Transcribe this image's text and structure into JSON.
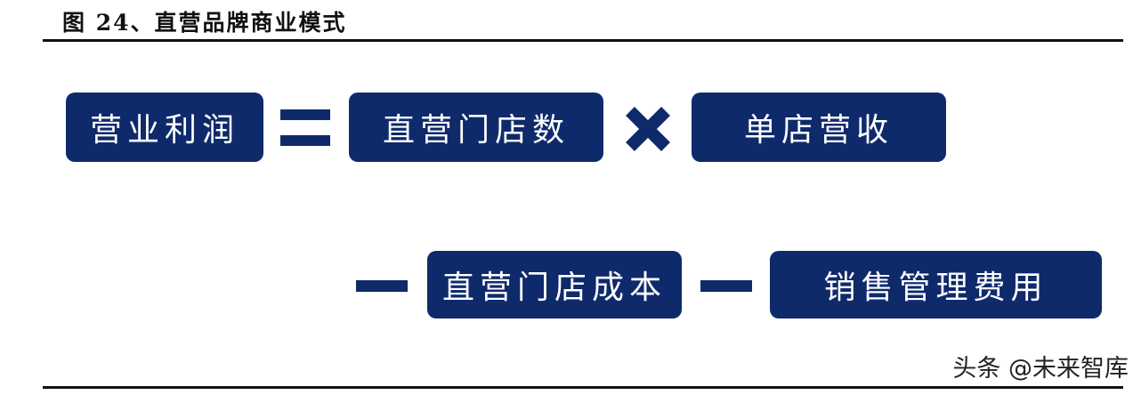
{
  "figure": {
    "title": "图 24、直营品牌商业模式"
  },
  "equation": {
    "profit": "营业利润",
    "store_count": "直营门店数",
    "store_revenue": "单店营收",
    "store_cost": "直营门店成本",
    "sga": "销售管理费用"
  },
  "operators": {
    "equals": "equals-icon",
    "times": "multiply-icon",
    "minus": "minus-icon"
  },
  "colors": {
    "box_fill": "#0f2a6b",
    "box_text": "#ffffff",
    "rule": "#111111"
  },
  "watermark": {
    "text": "头条 @未来智库"
  }
}
